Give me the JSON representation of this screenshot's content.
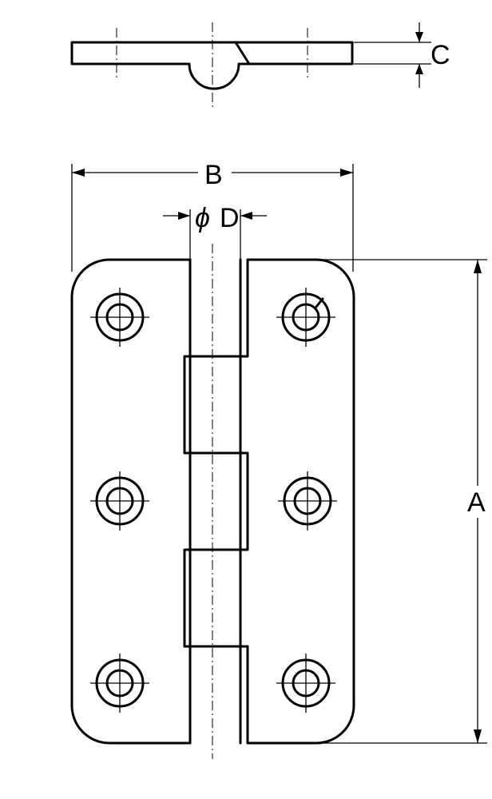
{
  "labels": {
    "height": "A",
    "width": "B",
    "thickness": "C",
    "pin_diameter": "D",
    "diameter_symbol": "ϕ"
  }
}
